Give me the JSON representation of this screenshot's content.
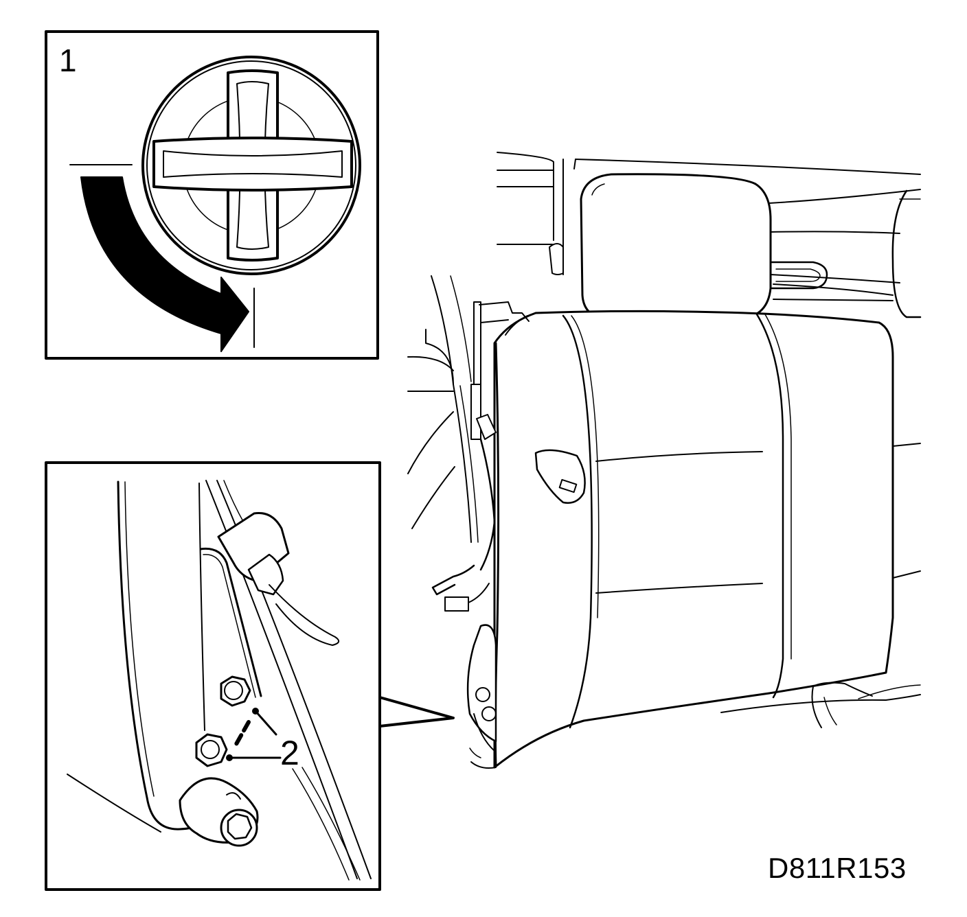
{
  "diagram": {
    "inset_top_label": "1",
    "inset_bottom_label": "2",
    "drawing_code": "D811R153"
  }
}
